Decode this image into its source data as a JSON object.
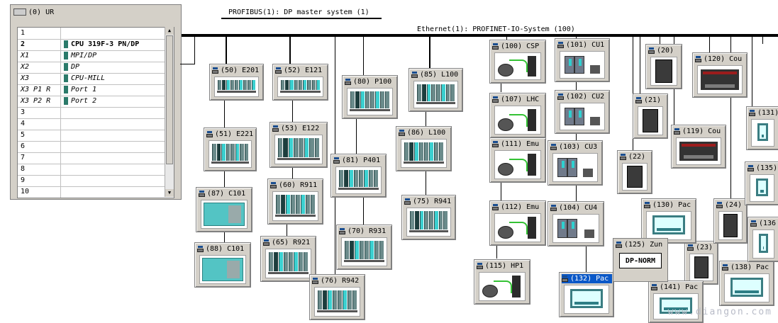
{
  "rack": {
    "title": "(0) UR",
    "rows": [
      {
        "slot": "1",
        "module": "",
        "italic": false,
        "bold": false,
        "icon": false
      },
      {
        "slot": "2",
        "module": "CPU 319F-3 PN/DP",
        "italic": false,
        "bold": true,
        "icon": true
      },
      {
        "slot": "X1",
        "module": "MPI/DP",
        "italic": true,
        "bold": false,
        "icon": true
      },
      {
        "slot": "X2",
        "module": "DP",
        "italic": true,
        "bold": false,
        "icon": true
      },
      {
        "slot": "X3",
        "module": "CPU-MILL",
        "italic": true,
        "bold": false,
        "icon": true
      },
      {
        "slot": "X3 P1 R",
        "module": "Port 1",
        "italic": true,
        "bold": false,
        "icon": true
      },
      {
        "slot": "X3 P2 R",
        "module": "Port 2",
        "italic": true,
        "bold": false,
        "icon": true
      },
      {
        "slot": "3",
        "module": "",
        "italic": false,
        "bold": false,
        "icon": false
      },
      {
        "slot": "4",
        "module": "",
        "italic": false,
        "bold": false,
        "icon": false
      },
      {
        "slot": "5",
        "module": "",
        "italic": false,
        "bold": false,
        "icon": false
      },
      {
        "slot": "6",
        "module": "",
        "italic": false,
        "bold": false,
        "icon": false
      },
      {
        "slot": "7",
        "module": "",
        "italic": false,
        "bold": false,
        "icon": false
      },
      {
        "slot": "8",
        "module": "",
        "italic": false,
        "bold": false,
        "icon": false
      },
      {
        "slot": "9",
        "module": "",
        "italic": false,
        "bold": false,
        "icon": false
      },
      {
        "slot": "10",
        "module": "",
        "italic": false,
        "bold": false,
        "icon": false
      }
    ]
  },
  "profibus": {
    "label": "PROFIBUS(1): DP master system (1)"
  },
  "ethernet": {
    "label": "Ethernet(1): PROFINET-IO-System (100)"
  },
  "devices": {
    "d50": "(50) E201",
    "d51": "(51) E221",
    "d87": "(87) C101",
    "d88": "(88) C101",
    "d52": "(52) E121",
    "d53": "(53) E122",
    "d60": "(60) R911",
    "d65": "(65) R921",
    "d76": "(76) R942",
    "d80": "(80) P100",
    "d81": "(81) P401",
    "d70": "(70) R931",
    "d85": "(85) L100",
    "d86": "(86) L100",
    "d75": "(75) R941",
    "d100": "(100) CSP",
    "d107": "(107) LHC",
    "d111": "(111) Emu",
    "d112": "(112) Emu",
    "d115": "(115) HP1",
    "d101": "(101) CU1",
    "d102": "(102) CU2",
    "d103": "(103) CU3",
    "d104": "(104) CU4",
    "d20": "(20)",
    "d21": "(21)",
    "d22": "(22)",
    "d23": "(23)",
    "d24": "(24)",
    "d120": "(120) Cou",
    "d119": "(119) Cou",
    "d130": "(130) Pac",
    "d132": "(132) Pac",
    "d141": "(141) Pac",
    "d138": "(138) Pac",
    "d131": "(131)",
    "d135": "(135)",
    "d136": "(136",
    "d125": "(125) Zun"
  },
  "dpnorm": {
    "label": "DP-NORM"
  },
  "watermark": "www.diangon.com"
}
